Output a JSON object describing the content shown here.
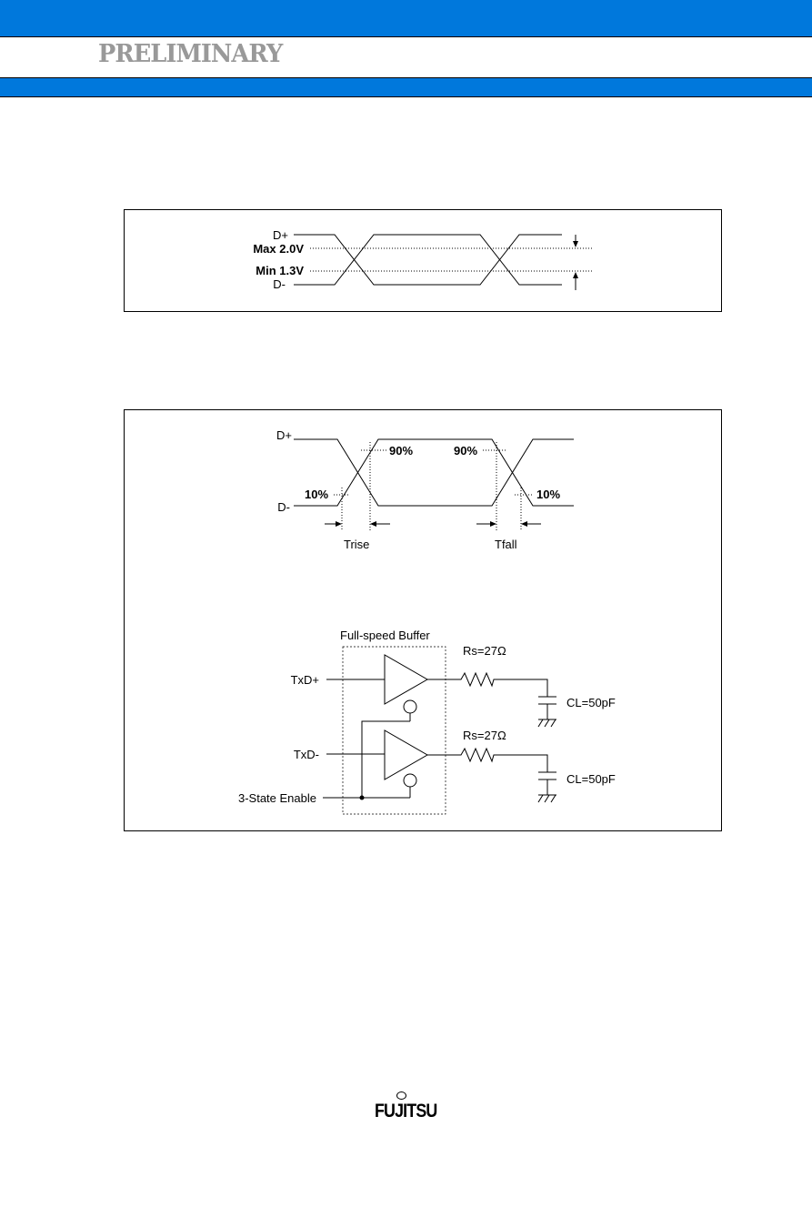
{
  "header": {
    "stamp": "PRELIMINARY"
  },
  "diagram1": {
    "dplus": "D+",
    "max": "Max 2.0V",
    "min": "Min 1.3V",
    "dminus": "D-"
  },
  "diagram2": {
    "dplus": "D+",
    "dminus": "D-",
    "p90a": "90%",
    "p90b": "90%",
    "p10a": "10%",
    "p10b": "10%",
    "trise": "Trise",
    "tfall": "Tfall"
  },
  "circuit": {
    "buffer": "Full-speed Buffer",
    "txdp": "TxD+",
    "txdm": "TxD-",
    "enable": "3-State Enable",
    "rs1": "Rs=27Ω",
    "rs2": "Rs=27Ω",
    "cl1": "CL=50pF",
    "cl2": "CL=50pF"
  },
  "footer": {
    "logo": "FUJITSU"
  }
}
